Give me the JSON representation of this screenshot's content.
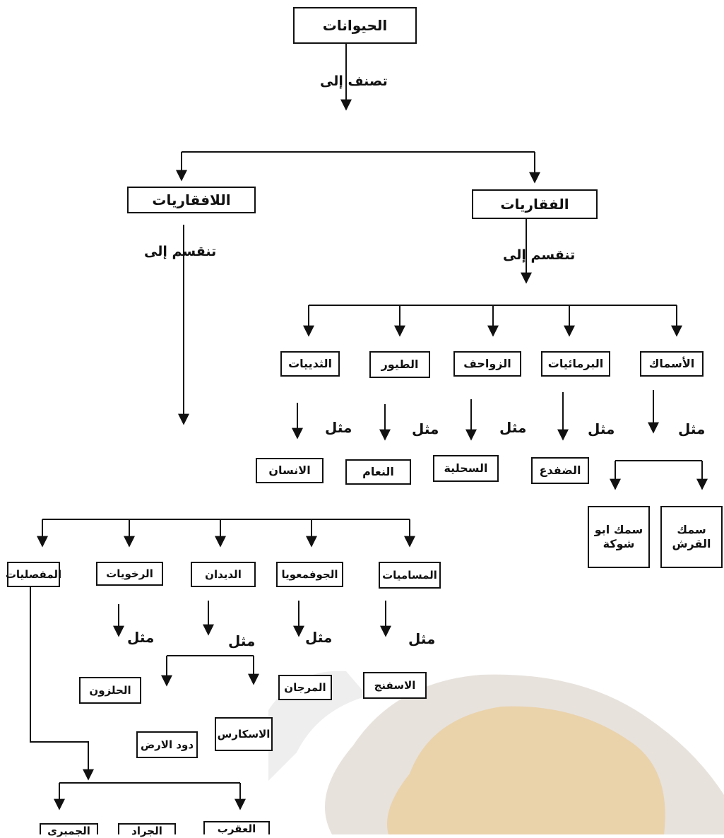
{
  "nodes": {
    "animals": "الحيوانات",
    "vertebrates": "الفقاريات",
    "invertebrates": "اللافقاريات",
    "fish": "الأسماك",
    "amphibians": "البرمائيات",
    "reptiles": "الزواحف",
    "birds": "الطيور",
    "mammals": "الثدييات",
    "frog": "الضفدع",
    "turtle": "السحلية",
    "ostrich": "النعام",
    "human": "الانسان",
    "shark": "سمك القرش",
    "stickleback": "سمك ابو شوكة",
    "porifera": "المساميات",
    "coelenterates": "الجوفمعويا",
    "worms": "الديدان",
    "mollusks": "الرخويات",
    "arthropods": "المفصليات",
    "sponge": "الاسفنج",
    "coral": "المرجان",
    "ascaris": "الاسكارس",
    "earthworm": "دود الارض",
    "snail": "الحلزون",
    "scorpion": "العقرب",
    "locust": "الجراد",
    "shrimp": "الجمبرى"
  },
  "labels": {
    "classified_into": "تصنف إلى",
    "divided_into_vert": "تنقسم إلى",
    "divided_into_invert": "تنقسم إلى",
    "example": "مثل"
  },
  "colors": {
    "line": "#111111",
    "box_border": "#111111",
    "photo_tint": "#c9b08a"
  }
}
